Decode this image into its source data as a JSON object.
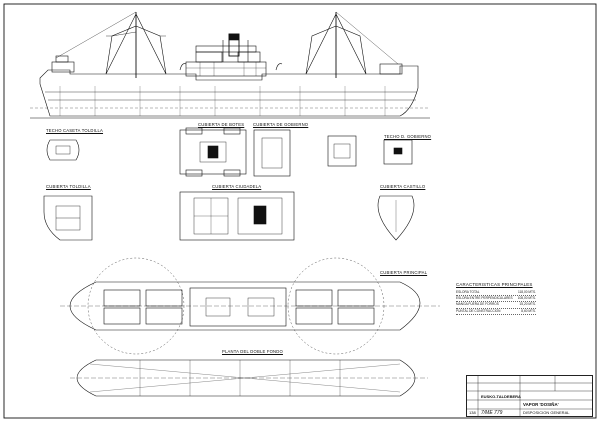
{
  "sheet": {
    "labels": {
      "techo_caseta": "TECHO CASETA TOLDILLA",
      "cubierta_botes": "CUBIERTA DE BOTES",
      "cubierta_gobierno": "CUBIERTA DE GOBIERNO",
      "techo_gobierno": "TECHO D. GOBIERNO",
      "cubierta_toldilla": "CUBIERTA TOLDILLA",
      "cubierta_ciudadela": "CUBIERTA CIUDADELA",
      "cubierta_castillo": "CUBIERTA CASTILLO",
      "cubierta_principal": "CUBIERTA PRINCIPAL",
      "planta_doble_fondo": "PLANTA DEL DOBLE FONDO"
    },
    "specs": {
      "title": "CARACTERISTICAS PRINCIPALES",
      "rows": [
        {
          "name": "ESLORA TOTAL",
          "value": "118,00 MTS."
        },
        {
          "name": "ESLORA ENTRE PERPENDICULARES",
          "value": "108,00 MTS."
        },
        {
          "name": "MANGA FUERA DE FORROS",
          "value": "15,20 MTS."
        },
        {
          "name": "PUNTAL DE CONSTRUCCION",
          "value": "8,60 MTS."
        }
      ]
    },
    "title_block": {
      "ref": "7/ME 779",
      "shipyard": "EUSKO-TALDEBERA",
      "ship_name": "VAPOR 'DOSIÑA'",
      "drawing_title": "DISPOSICION GENERAL",
      "sheet_no": "138"
    }
  }
}
